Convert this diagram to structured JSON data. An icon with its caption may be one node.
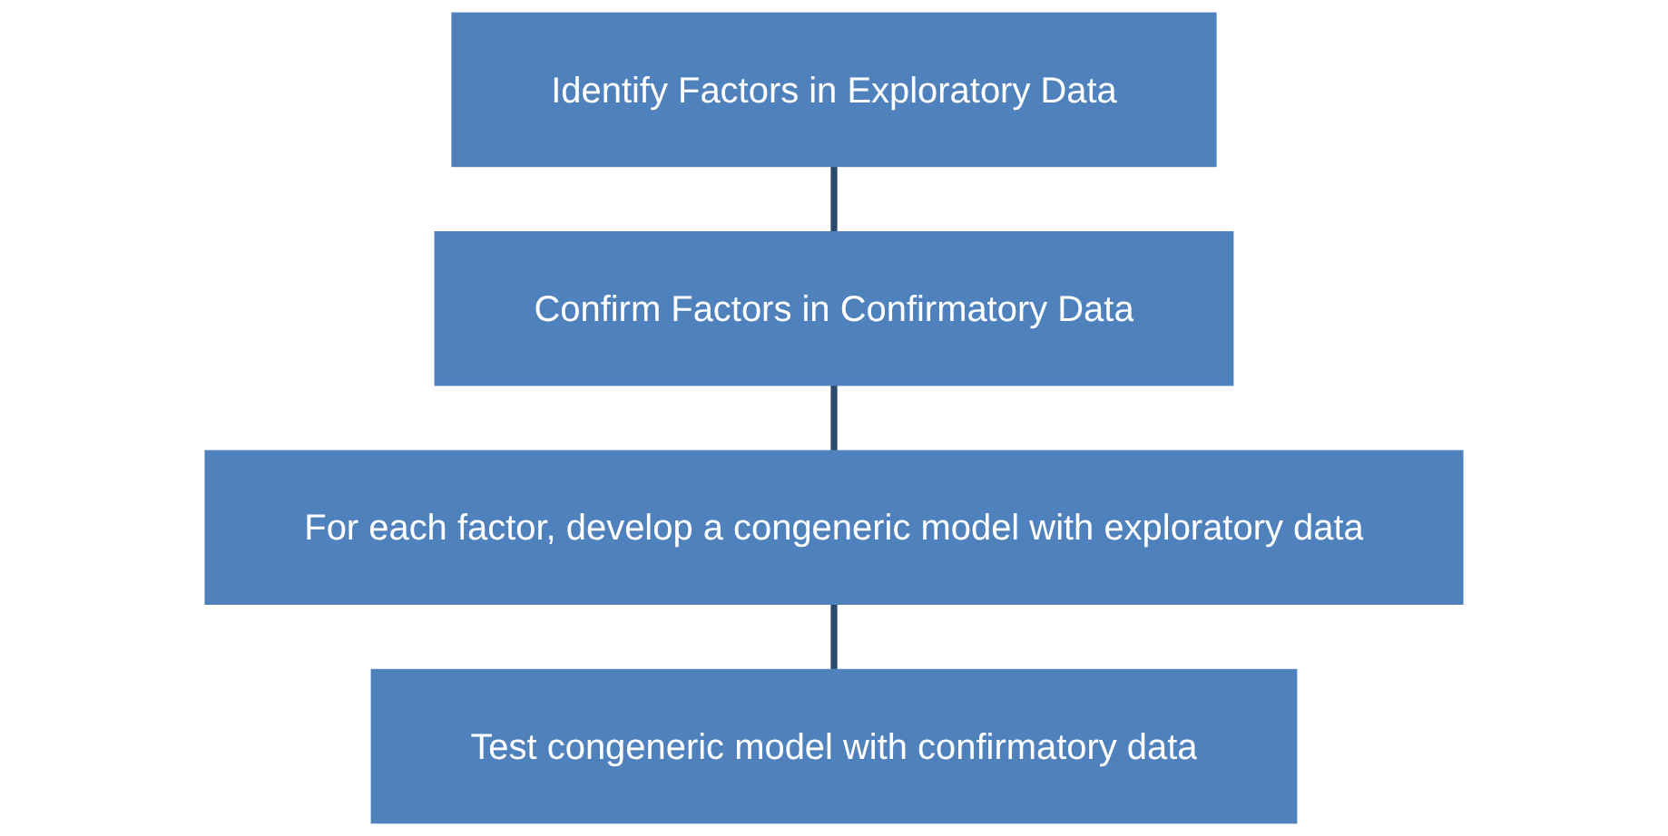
{
  "diagram": {
    "nodes": [
      {
        "text": [
          "Identify Factors in Exploratory Data"
        ]
      },
      {
        "text": [
          "Confirm Factors in Confirmatory Data"
        ]
      },
      {
        "text": [
          "For each factor, develop a congeneric model with exploratory data"
        ]
      },
      {
        "text": [
          "Test congeneric model with confirmatory data"
        ]
      }
    ],
    "edges": [
      {
        "from": 0,
        "to": 1,
        "arrow": "none"
      },
      {
        "from": 1,
        "to": 2,
        "arrow": "none"
      },
      {
        "from": 2,
        "to": 3,
        "arrow": "none"
      }
    ]
  }
}
